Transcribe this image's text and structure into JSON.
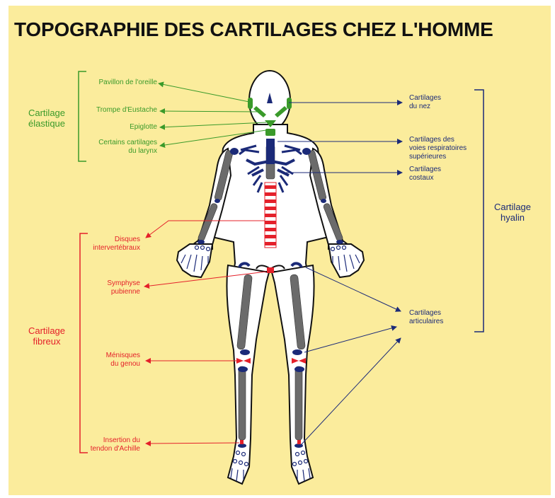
{
  "title": "TOPOGRAPHIE DES CARTILAGES CHEZ L'HOMME",
  "colors": {
    "background": "#fbec9c",
    "elastic": "#3a9a2a",
    "fibrous": "#e4202a",
    "hyaline": "#1b2a78",
    "bone": "#6b6b6b",
    "body_fill": "#ffffff"
  },
  "groups": {
    "elastic": {
      "line1": "Cartilage",
      "line2": "élastique"
    },
    "fibrous": {
      "line1": "Cartilage",
      "line2": "fibreux"
    },
    "hyaline": {
      "line1": "Cartilage",
      "line2": "hyalin"
    }
  },
  "elastic_labels": {
    "pavillon": "Pavillon de l'oreille",
    "trompe": "Trompe d'Eustache",
    "epiglotte": "Epiglotte",
    "larynx_1": "Certains cartilages",
    "larynx_2": "du larynx"
  },
  "fibrous_labels": {
    "disques_1": "Disques",
    "disques_2": "intervertébraux",
    "symphyse_1": "Symphyse",
    "symphyse_2": "pubienne",
    "menisques_1": "Ménisques",
    "menisques_2": "du genou",
    "achille_1": "Insertion du",
    "achille_2": "tendon d'Achille"
  },
  "hyaline_labels": {
    "nez_1": "Cartilages",
    "nez_2": "du nez",
    "voies_1": "Cartilages des",
    "voies_2": "voies respiratoires",
    "voies_3": "supérieures",
    "costaux_1": "Cartilages",
    "costaux_2": "costaux",
    "articulaires_1": "Cartilages",
    "articulaires_2": "articulaires"
  }
}
